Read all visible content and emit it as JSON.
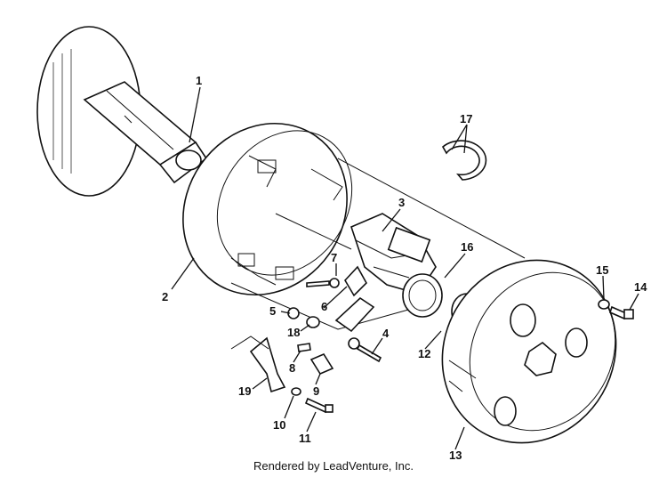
{
  "labels": {
    "p1": "1",
    "p2": "2",
    "p3": "3",
    "p4": "4",
    "p5": "5",
    "p6": "6",
    "p7": "7",
    "p8": "8",
    "p9": "9",
    "p10": "10",
    "p11": "11",
    "p12": "12",
    "p13": "13",
    "p14": "14",
    "p15": "15",
    "p16": "16",
    "p17": "17",
    "p18": "18",
    "p19": "19"
  },
  "footer": "Rendered by LeadVenture, Inc."
}
